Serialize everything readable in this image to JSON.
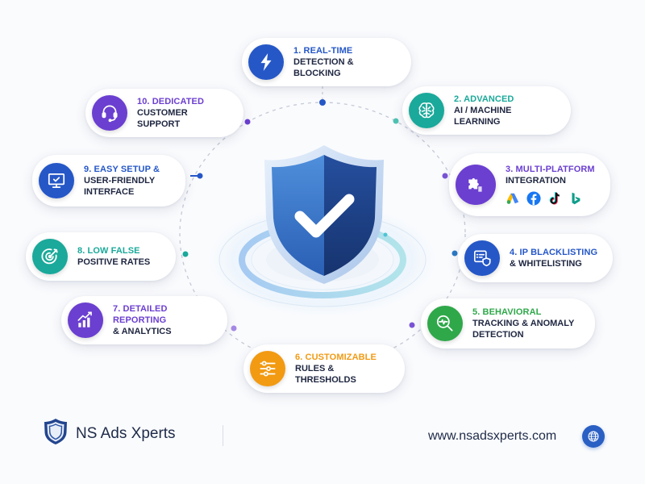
{
  "hub": {
    "icon": "shield-check-icon",
    "colors": {
      "shield_dark": "#1f4690",
      "shield_light": "#3a78c9",
      "rim": "#c9dcf4",
      "ring": "#7ec6e6"
    }
  },
  "features": [
    {
      "number": "1.",
      "title": "1. REAL-TIME",
      "subtitle": "DETECTION & BLOCKING",
      "icon": "lightning-bolt-icon",
      "color": "#2557c7"
    },
    {
      "number": "2.",
      "title": "2. ADVANCED",
      "subtitle": "AI / MACHINE LEARNING",
      "icon": "brain-icon",
      "color": "#1aa99a"
    },
    {
      "number": "3.",
      "title": "3. MULTI-PLATFORM",
      "subtitle": "INTEGRATION",
      "icon": "puzzle-icon",
      "color": "#6b3fd0",
      "platforms": [
        {
          "name": "Google Ads",
          "icon": "google-ads-icon"
        },
        {
          "name": "Facebook",
          "icon": "facebook-icon"
        },
        {
          "name": "TikTok",
          "icon": "tiktok-icon"
        },
        {
          "name": "Bing",
          "icon": "bing-icon"
        }
      ]
    },
    {
      "number": "4.",
      "title": "4. IP BLACKLISTING",
      "subtitle": "& WHITELISTING",
      "icon": "ip-list-shield-icon",
      "color": "#2557c7"
    },
    {
      "number": "5.",
      "title": "5. BEHAVIORAL",
      "subtitle": "TRACKING & ANOMALY",
      "subtitle2": "DETECTION",
      "icon": "magnifier-pulse-icon",
      "color": "#2fa84a"
    },
    {
      "number": "6.",
      "title": "6. CUSTOMIZABLE",
      "subtitle": "RULES & THRESHOLDS",
      "icon": "sliders-icon",
      "color": "#f29a12"
    },
    {
      "number": "7.",
      "title": "7. DETAILED REPORTING",
      "subtitle": "& ANALYTICS",
      "icon": "bar-chart-trend-icon",
      "color": "#6b3fd0"
    },
    {
      "number": "8.",
      "title": "8. LOW FALSE",
      "subtitle": "POSITIVE RATES",
      "icon": "target-icon",
      "color": "#1aa99a"
    },
    {
      "number": "9.",
      "title": "9. EASY SETUP &",
      "subtitle": "USER-FRIENDLY",
      "subtitle2": "INTERFACE",
      "icon": "monitor-check-icon",
      "color": "#2557c7"
    },
    {
      "number": "10.",
      "title": "10. DEDICATED",
      "subtitle": "CUSTOMER SUPPORT",
      "icon": "headset-icon",
      "color": "#6b3fd0"
    }
  ],
  "footer": {
    "brand": "NS Ads Xperts",
    "website": "www.nsadsxperts.com",
    "logo_icon": "shield-logo-icon",
    "globe_icon": "globe-icon"
  }
}
